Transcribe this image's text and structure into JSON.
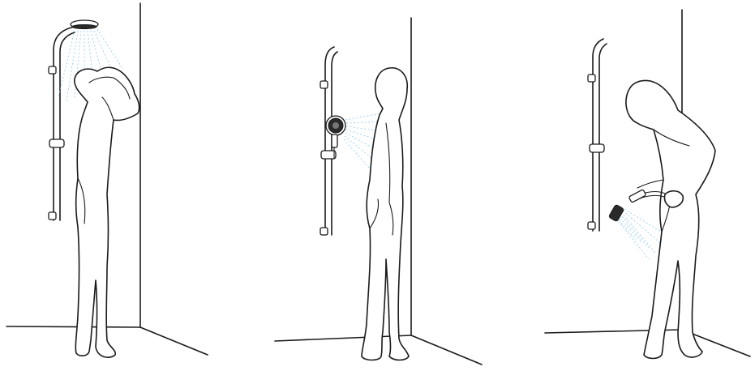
{
  "illustration": {
    "panels": [
      {
        "id": "overhead-shower",
        "head": "overhead"
      },
      {
        "id": "handshower-on-rail",
        "head": "hand"
      },
      {
        "id": "handshower-in-hand",
        "head": "hand"
      }
    ],
    "colors": {
      "line": "#1a1a1a",
      "spray": "#8cc7ec",
      "background": "#ffffff"
    }
  }
}
